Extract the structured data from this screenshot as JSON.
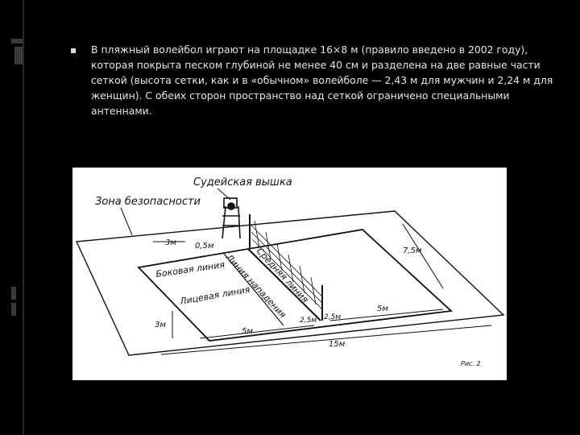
{
  "slide": {
    "paragraph": "В пляжный волейбол играют на площадке 16×8 м (правило введено в 2002 году), которая покрыта песком глубиной не менее 40 см и разделена на две равные части сеткой (высота сетки, как и в «обычном» волейболе — 2,43 м для мужчин и 2,24 м для женщин). С обеих сторон пространство над сеткой ограничено специальными антеннами."
  },
  "figure": {
    "labels": {
      "judge_tower": "Судейская вышка",
      "safety_zone": "Зона безопасности",
      "side_line": "Боковая линия",
      "end_line": "Лицевая линия",
      "attack_line": "Линия нападения",
      "center_line": "Средняя линия",
      "fig_caption": "Рис. 2"
    },
    "dimensions": {
      "d_3m_top": "3м",
      "d_05m": "0,5м",
      "d_75m": "7,5м",
      "d_3m_left": "3м",
      "d_5m_left": "5м",
      "d_25m_a": "2,5м",
      "d_25m_b": "2,5м",
      "d_5m_right": "5м",
      "d_15m": "15м"
    }
  }
}
